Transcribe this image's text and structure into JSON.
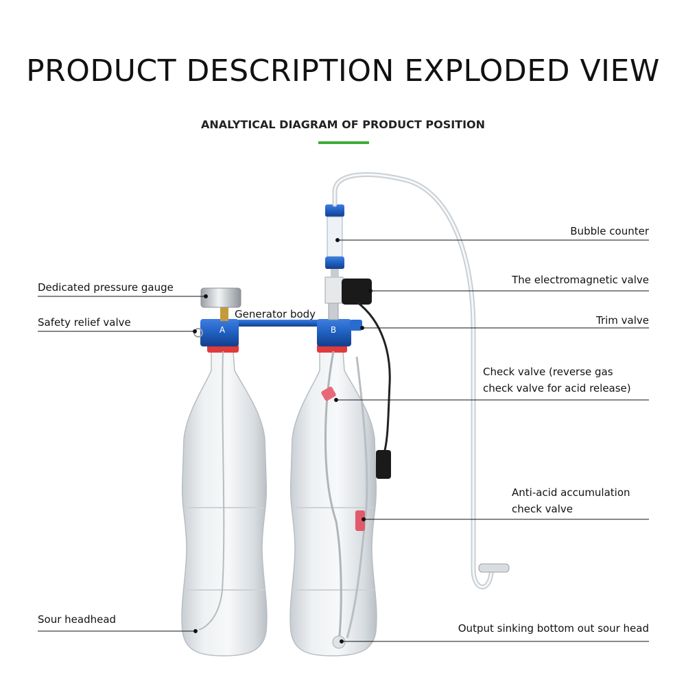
{
  "header": {
    "title": "PRODUCT DESCRIPTION EXPLODED VIEW",
    "subtitle": "ANALYTICAL DIAGRAM OF PRODUCT POSITION",
    "accent_color": "#3cae3a"
  },
  "labels": {
    "pressure_gauge": "Dedicated pressure gauge",
    "safety_relief": "Safety relief valve",
    "generator_body": "Generator body",
    "sour_head": "Sour headhead",
    "bubble_counter": "Bubble counter",
    "electromagnetic_valve": "The electromagnetic valve",
    "trim_valve": "Trim valve",
    "check_valve_line1": "Check valve (reverse gas",
    "check_valve_line2": "check valve for acid release)",
    "anti_acid_line1": "Anti-acid accumulation",
    "anti_acid_line2": "check valve",
    "output_sinking": "Output sinking bottom out sour head"
  },
  "markings": {
    "bottle_a_letter": "A",
    "bottle_b_letter": "B"
  },
  "colors": {
    "manifold_blue": "#1f5fc0",
    "cap_red": "#e03a3a",
    "gauge_steel": "#c9cdd1"
  }
}
